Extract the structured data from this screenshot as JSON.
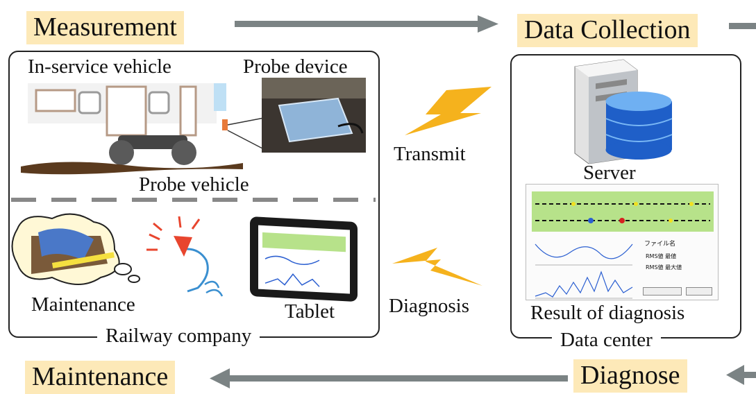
{
  "stages": {
    "measurement": "Measurement",
    "data_collection": "Data Collection",
    "diagnose": "Diagnose",
    "maintenance": "Maintenance"
  },
  "left_panel": {
    "title": "Railway company",
    "in_service_vehicle": "In-service vehicle",
    "probe_device": "Probe device",
    "probe_vehicle": "Probe vehicle",
    "maintenance": "Maintenance",
    "tablet": "Tablet"
  },
  "middle": {
    "transmit": "Transmit",
    "diagnosis": "Diagnosis"
  },
  "right_panel": {
    "title": "Data center",
    "server": "Server",
    "result": "Result of diagnosis",
    "screen_labels": [
      "ファイル名",
      "RMS値 最値",
      "RMS値 最大値"
    ]
  },
  "colors": {
    "label_bg": "#fde9b8",
    "arrow": "#7b8384",
    "bolt": "#f5b21d"
  }
}
